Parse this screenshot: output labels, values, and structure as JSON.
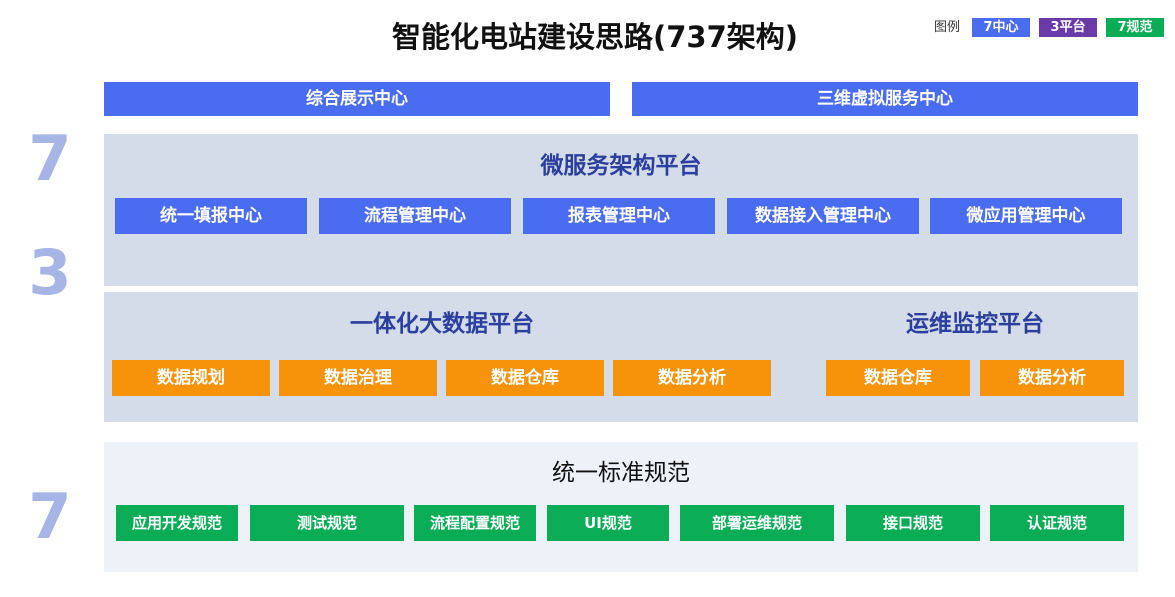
{
  "title": "智能化电站建设思路(737架构)",
  "legend": {
    "label": "图例",
    "items": [
      {
        "label": "7中心",
        "color": "#4a6cf0"
      },
      {
        "label": "3平台",
        "color": "#6a3aa8"
      },
      {
        "label": "7规范",
        "color": "#0aad55"
      }
    ]
  },
  "numbers": [
    "7",
    "3",
    "7"
  ],
  "top_centers": [
    "综合展示中心",
    "三维虚拟服务中心"
  ],
  "micro_platform": {
    "title": "微服务架构平台",
    "items": [
      "统一填报中心",
      "流程管理中心",
      "报表管理中心",
      "数据接入管理中心",
      "微应用管理中心"
    ]
  },
  "bigdata_platform": {
    "title": "一体化大数据平台",
    "items": [
      "数据规划",
      "数据治理",
      "数据仓库",
      "数据分析"
    ]
  },
  "ops_platform": {
    "title": "运维监控平台",
    "items": [
      "数据仓库",
      "数据分析"
    ]
  },
  "standards": {
    "title": "统一标准规范",
    "items": [
      "应用开发规范",
      "测试规范",
      "流程配置规范",
      "UI规范",
      "部署运维规范",
      "接口规范",
      "认证规范"
    ]
  },
  "colors": {
    "blue": "#4a6cf0",
    "orange": "#f7930a",
    "green": "#0aad55",
    "panel": "#d4dcea",
    "number": "#a6b4e6"
  }
}
